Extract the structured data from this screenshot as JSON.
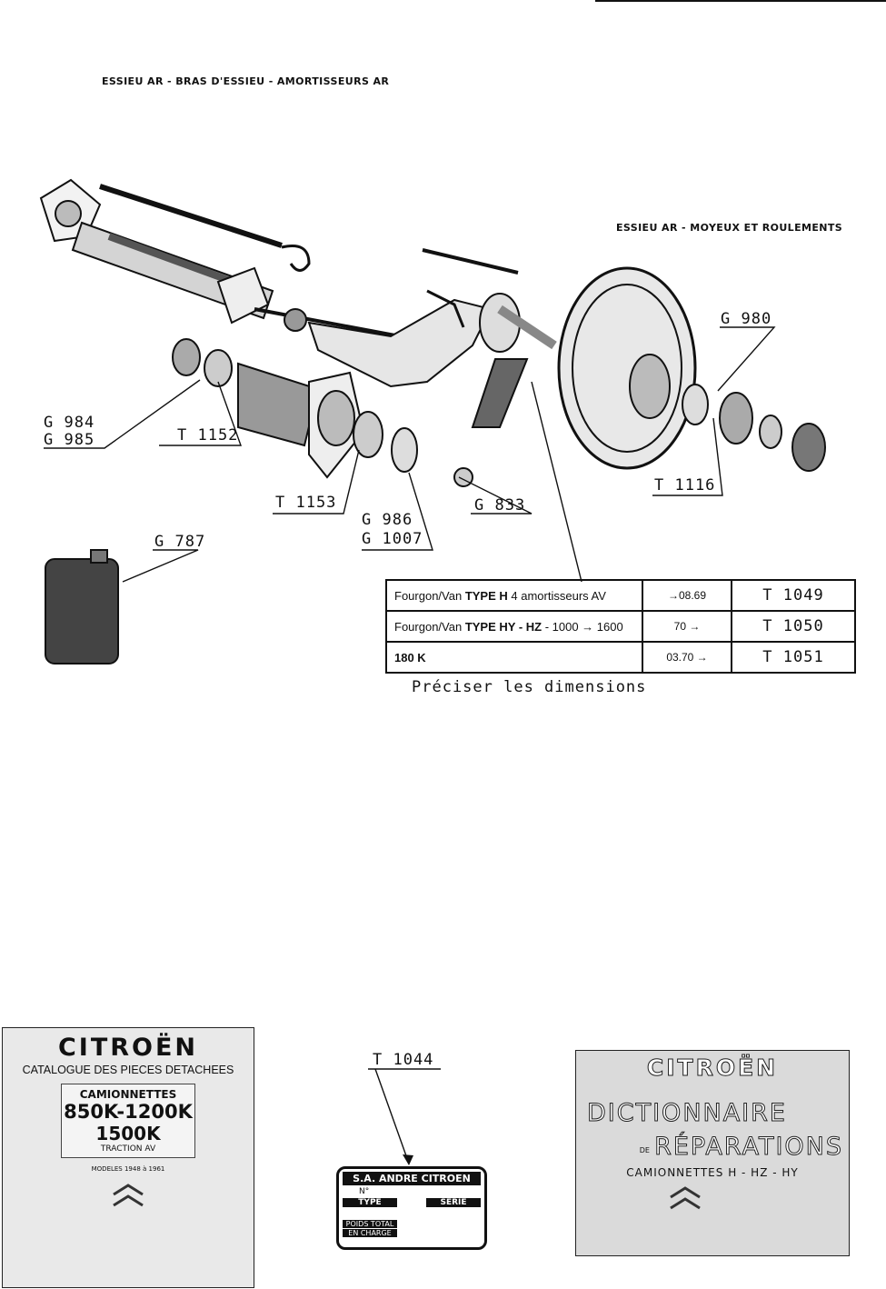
{
  "headers": {
    "left": "ESSIEU AR - BRAS D'ESSIEU - AMORTISSEURS AR",
    "right": "ESSIEU AR - MOYEUX ET ROULEMENTS"
  },
  "refs": {
    "g984": "G 984",
    "g985": "G 985",
    "t1152": "T 1152",
    "t1153": "T 1153",
    "g986": "G 986",
    "g1007": "G 1007",
    "g833": "G 833",
    "g980": "G 980",
    "t1116": "T 1116",
    "g787": "G 787",
    "t1044": "T 1044"
  },
  "table": {
    "rows": [
      {
        "model_prefix": "Fourgon/Van ",
        "model_type": "TYPE H",
        "model_suffix": " 4 amortisseurs AV",
        "date": "→08.69",
        "ref": "T 1049"
      },
      {
        "model_prefix": "Fourgon/Van ",
        "model_type": "TYPE HY - HZ",
        "model_suffix": " - 1000 → 1600",
        "date": "70 →",
        "ref": "T 1050"
      },
      {
        "model_prefix": "",
        "model_type": "180 K",
        "model_suffix": "",
        "date": "03.70 →",
        "ref": "T 1051"
      }
    ]
  },
  "note": "Préciser les dimensions",
  "catalogue": {
    "brand": "CITROËN",
    "title": "CATALOGUE DES PIECES DETACHEES",
    "line1": "CAMIONNETTES",
    "line2": "850K-1200K",
    "line3": "1500K",
    "line4": "TRACTION AV",
    "line5": "MODELES 1948 à 1961"
  },
  "plate": {
    "maker": "S.A. ANDRE CITROEN",
    "no": "N°",
    "type": "TYPE",
    "serie": "SERIE",
    "poids": "POIDS TOTAL",
    "charge": "EN CHARGE"
  },
  "dictionary": {
    "brand": "CITROËN",
    "title1": "DICTIONNAIRE",
    "de": "DE",
    "title2": "RÉPARATIONS",
    "sub": "CAMIONNETTES H - HZ - HY"
  },
  "colors": {
    "ink": "#111111",
    "paper": "#ffffff"
  }
}
